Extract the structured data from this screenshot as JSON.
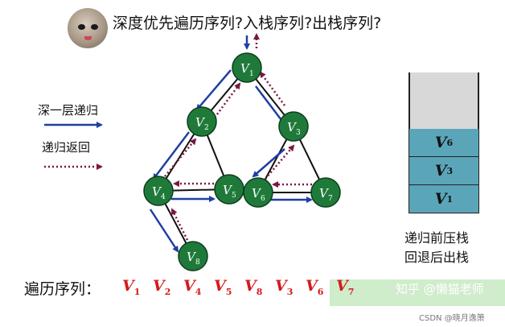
{
  "title": "深度优先遍历序列?入栈序列?出栈序列?",
  "top_text": "",
  "legend": {
    "recurse_label": "深一层递归",
    "return_label": "递归返回"
  },
  "graph": {
    "nodes": [
      {
        "id": "V1",
        "letter": "V",
        "sub": "1"
      },
      {
        "id": "V2",
        "letter": "V",
        "sub": "2"
      },
      {
        "id": "V3",
        "letter": "V",
        "sub": "3"
      },
      {
        "id": "V4",
        "letter": "V",
        "sub": "4"
      },
      {
        "id": "V5",
        "letter": "V",
        "sub": "5"
      },
      {
        "id": "V6",
        "letter": "V",
        "sub": "6"
      },
      {
        "id": "V7",
        "letter": "V",
        "sub": "7"
      },
      {
        "id": "V8",
        "letter": "V",
        "sub": "8"
      }
    ],
    "edges": [
      [
        "V1",
        "V2"
      ],
      [
        "V1",
        "V3"
      ],
      [
        "V2",
        "V4"
      ],
      [
        "V2",
        "V5"
      ],
      [
        "V4",
        "V5"
      ],
      [
        "V4",
        "V8"
      ],
      [
        "V3",
        "V6"
      ],
      [
        "V3",
        "V7"
      ],
      [
        "V6",
        "V7"
      ]
    ],
    "colors": {
      "node": "#1f7a3a",
      "recurse_arrow": "#1f3fa3",
      "return_arrow": "#7a1842"
    }
  },
  "stack": {
    "items_top_to_bottom": [
      {
        "letter": "V",
        "sub": "6"
      },
      {
        "letter": "V",
        "sub": "3"
      },
      {
        "letter": "V",
        "sub": "1"
      }
    ],
    "caption_line1": "递归前压栈",
    "caption_line2": "回退后出栈",
    "fill_color": "#5aa6b8"
  },
  "sequence": {
    "label": "遍历序列：",
    "items": [
      {
        "letter": "V",
        "sub": "1"
      },
      {
        "letter": "V",
        "sub": "2"
      },
      {
        "letter": "V",
        "sub": "4"
      },
      {
        "letter": "V",
        "sub": "5"
      },
      {
        "letter": "V",
        "sub": "8"
      },
      {
        "letter": "V",
        "sub": "3"
      },
      {
        "letter": "V",
        "sub": "6"
      },
      {
        "letter": "V",
        "sub": "7"
      }
    ],
    "color": "#d21b1b"
  },
  "watermarks": {
    "zhihu": "知乎 @懒猫老师",
    "csdn": "CSDN @晓月逸箫"
  }
}
